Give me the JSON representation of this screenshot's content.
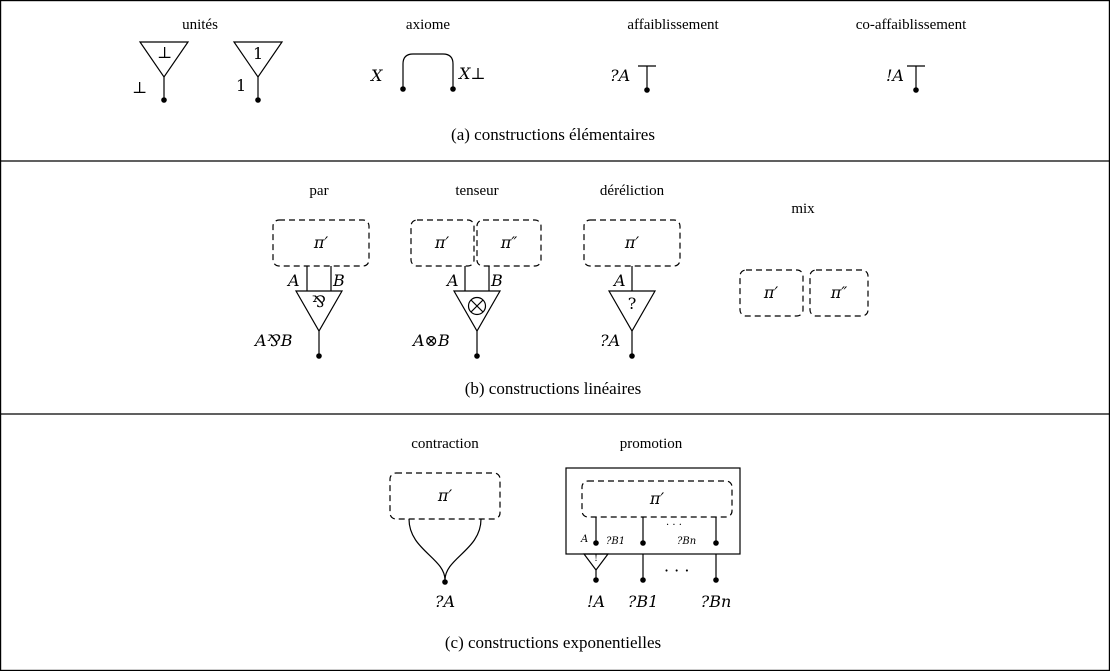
{
  "row_a": {
    "headers": {
      "units": "unités",
      "axiom": "axiome",
      "weakening": "affaiblissement",
      "coweakening": "co-affaiblissement"
    },
    "caption": "(a)  constructions élémentaires",
    "formulas": {
      "bot_node": "⊥",
      "bot_wire": "⊥",
      "one_node": "1",
      "one_wire": "1",
      "axiom_left": "X",
      "axiom_right": "X⊥",
      "weak": "?A",
      "coweak": "!A"
    }
  },
  "row_b": {
    "headers": {
      "par": "par",
      "tensor": "tenseur",
      "dereliction": "déréliction",
      "mix": "mix"
    },
    "caption": "(b)  constructions linéaires",
    "formulas": {
      "pi1": "π′",
      "pi2": "π″",
      "A": "A",
      "B": "B",
      "par_node": "⅋",
      "par_out": "A⅋B",
      "tensor_node": "⊗",
      "tensor_out": "A⊗B",
      "der_node": "?",
      "der_out": "?A"
    }
  },
  "row_c": {
    "headers": {
      "contraction": "contraction",
      "promotion": "promotion"
    },
    "caption": "(c)  constructions exponentielles",
    "formulas": {
      "pi1": "π′",
      "contr_out": "?A",
      "prom_A": "A",
      "prom_B1": "?B1",
      "prom_Bn": "?Bn",
      "dots": "· · ·",
      "prom_node": "!",
      "out_A": "!A",
      "out_B1": "?B1",
      "out_Bn": "?Bn"
    }
  }
}
